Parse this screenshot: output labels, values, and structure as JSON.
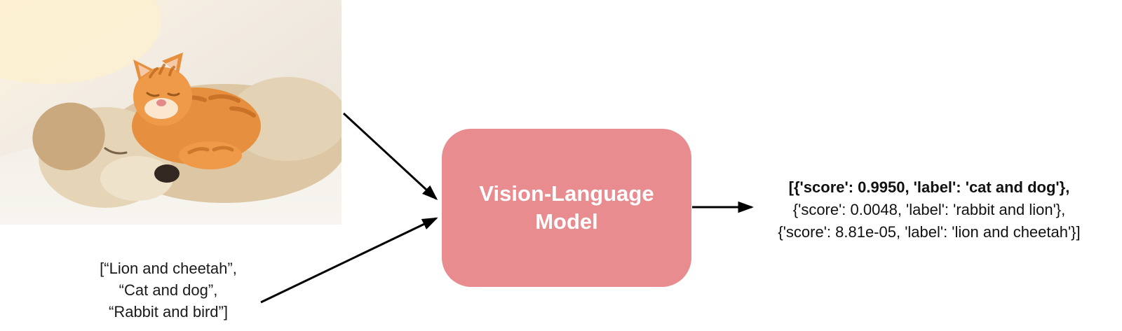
{
  "diagram": {
    "input_image": {
      "name": "puppy-and-kitten-photo",
      "description": "photo of a sleeping puppy with an orange kitten resting on it"
    },
    "input_labels": {
      "line1": "[“Lion and cheetah”,",
      "line2": "“Cat and dog”,",
      "line3": "“Rabbit and bird”]"
    },
    "model": {
      "line1": "Vision-Language",
      "line2": "Model",
      "fill": "#e88c90",
      "text_color": "#ffffff"
    },
    "output": {
      "line1": "[{'score': 0.9950, 'label': 'cat and dog'},",
      "line2": "{'score': 0.0048, 'label': 'rabbit and lion'},",
      "line3": "{'score': 8.81e-05, 'label': 'lion and cheetah'}]"
    },
    "arrows": {
      "color": "#000000"
    }
  }
}
